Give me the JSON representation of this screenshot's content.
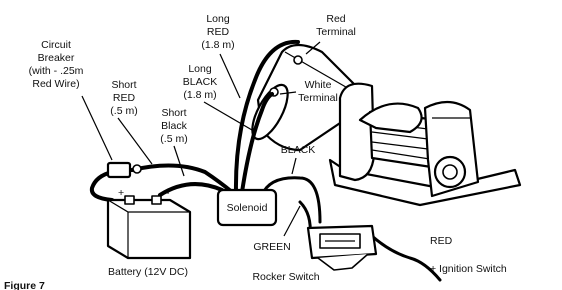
{
  "labels": {
    "circuit_breaker": [
      "Circuit",
      "Breaker",
      "(with - .25m",
      "Red Wire)"
    ],
    "short_red": [
      "Short",
      "RED",
      "(.5 m)"
    ],
    "short_black": [
      "Short",
      "Black",
      "(.5 m)"
    ],
    "long_red": [
      "Long",
      "RED",
      "(1.8 m)"
    ],
    "long_black": [
      "Long",
      "BLACK",
      "(1.8 m)"
    ],
    "red_terminal": [
      "Red",
      "Terminal"
    ],
    "white_terminal": [
      "White",
      "Terminal"
    ],
    "black": "BLACK",
    "solenoid": "Solenoid",
    "green": "GREEN",
    "battery": "Battery (12V DC)",
    "rocker_switch": "Rocker Switch",
    "red": "RED",
    "ignition_switch": "+ Ignition Switch",
    "figure": "Figure 7"
  }
}
